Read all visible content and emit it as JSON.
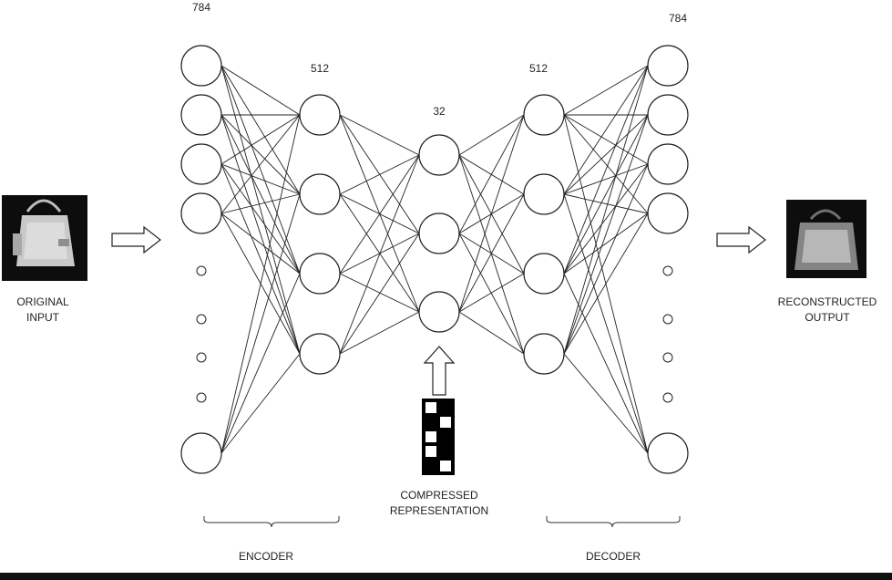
{
  "diagram": {
    "layer_sizes": [
      "784",
      "512",
      "32",
      "512",
      "784"
    ],
    "input_label_lines": [
      "ORIGINAL",
      "INPUT"
    ],
    "output_label_lines": [
      "RECONSTRUCTED",
      "OUTPUT"
    ],
    "code_label_lines": [
      "COMPRESSED",
      "REPRESENTATION"
    ],
    "encoder_label": "ENCODER",
    "decoder_label": "DECODER",
    "input_image": "handbag-photo",
    "output_image": "blurry-reconstructed-handbag",
    "code_image": "binary-code-grid"
  }
}
